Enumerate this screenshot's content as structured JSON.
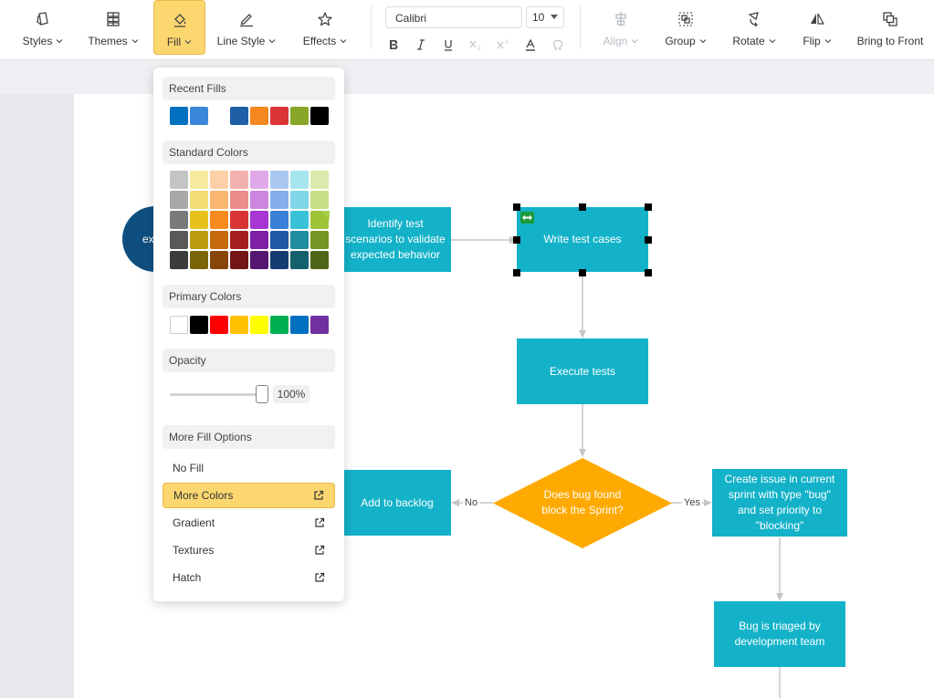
{
  "toolbar": {
    "styles": "Styles",
    "themes": "Themes",
    "fill": "Fill",
    "line_style": "Line Style",
    "effects": "Effects",
    "font_family": "Calibri",
    "font_size": "10",
    "align": "Align",
    "group": "Group",
    "rotate": "Rotate",
    "flip": "Flip",
    "bring_to_front": "Bring to Front"
  },
  "fill_menu": {
    "recent_fills_label": "Recent Fills",
    "recent_fills": [
      "#0070c0",
      "#3a86d8",
      "#1f5fa6",
      "#f5891f",
      "#dc3535",
      "#8aa629",
      "#000000"
    ],
    "standard_colors_label": "Standard Colors",
    "standard_colors": [
      [
        "#c4c4c4",
        "#f6eaa0",
        "#fdd0a8",
        "#f2b0ae",
        "#e0aaea",
        "#aac8ef",
        "#a6e4ee",
        "#dbe9ac"
      ],
      [
        "#a8a8a8",
        "#f2dc74",
        "#fcb670",
        "#ea8c8a",
        "#cc86e0",
        "#85adea",
        "#80d6e6",
        "#c7df86"
      ],
      [
        "#7a7a7a",
        "#e8c21c",
        "#f58a1e",
        "#d83434",
        "#a736d2",
        "#3a80d8",
        "#38c2d8",
        "#9fc438"
      ],
      [
        "#595959",
        "#bb9c10",
        "#c76a0c",
        "#a61f20",
        "#7e1fa6",
        "#1f59a6",
        "#1f8ea0",
        "#759624"
      ],
      [
        "#3b3b3b",
        "#7a6608",
        "#874508",
        "#731416",
        "#551570",
        "#143c70",
        "#14606c",
        "#4f6518"
      ]
    ],
    "primary_colors_label": "Primary Colors",
    "primary_colors": [
      "#ffffff",
      "#000000",
      "#ff0000",
      "#ffc000",
      "#ffff00",
      "#00b050",
      "#0070c0",
      "#7030a0"
    ],
    "opacity_label": "Opacity",
    "opacity_value": "100%",
    "opacity_level": 1.0,
    "more_fill_options_label": "More Fill Options",
    "no_fill": "No Fill",
    "more_colors": "More Colors",
    "gradient": "Gradient",
    "textures": "Textures",
    "hatch": "Hatch"
  },
  "flowchart": {
    "node_color": "#13b2c9",
    "decision_color": "#ffaa00",
    "start_color": "#0f4f80",
    "start_node_text": "ex",
    "identify_node_text": "Identify test scenarios to validate expected behavior",
    "write_node_text": "Write test cases",
    "execute_node_text": "Execute tests",
    "decision_text": "Does bug found block the Sprint?",
    "backlog_node_text": "Add to backlog",
    "create_issue_text": "Create issue in current sprint with type \"bug\" and set priority to \"blocking\"",
    "triage_text": "Bug is triaged by development team",
    "no_label": "No",
    "yes_label": "Yes"
  }
}
